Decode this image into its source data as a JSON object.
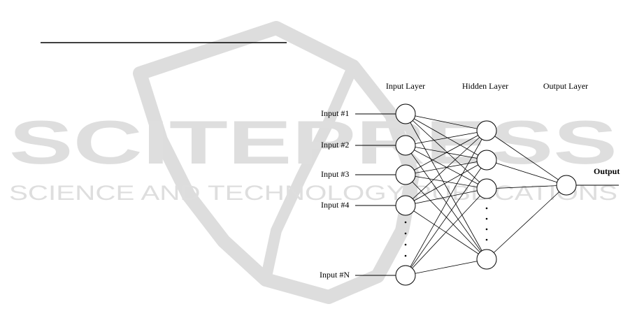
{
  "watermark": {
    "brand": "SCITEPRESS",
    "tagline": "SCIENCE AND TECHNOLOGY PUBLICATIONS",
    "color": "#dcdcdc"
  },
  "diagram": {
    "layers": [
      {
        "id": "input",
        "title": "Input Layer"
      },
      {
        "id": "hidden",
        "title": "Hidden Layer"
      },
      {
        "id": "output",
        "title": "Output Layer"
      }
    ],
    "inputs": [
      "Input #1",
      "Input #2",
      "Input #3",
      "Input #4",
      "Input #N"
    ],
    "output_label": "Output",
    "ellipsis": "·",
    "line_color": "#000000"
  }
}
